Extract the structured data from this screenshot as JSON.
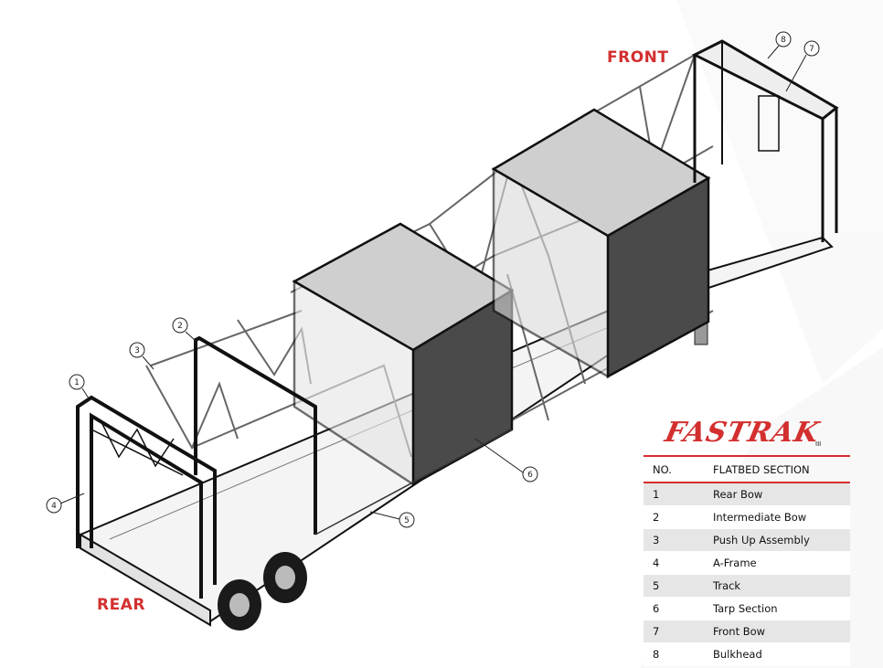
{
  "labels": {
    "front": "FRONT",
    "rear": "REAR"
  },
  "colors": {
    "accent": "#d32f2f",
    "tarp": "#4a4a4a",
    "tarp_top": "#c8c8c8",
    "frame": "#111111"
  },
  "logo": {
    "text": "FASTRAK",
    "suffix": "III"
  },
  "callouts": [
    "1",
    "2",
    "3",
    "4",
    "5",
    "6",
    "7",
    "8"
  ],
  "legend": {
    "header_no": "NO.",
    "header_section": "FLATBED SECTION",
    "rows": [
      {
        "no": "1",
        "name": "Rear Bow"
      },
      {
        "no": "2",
        "name": "Intermediate Bow"
      },
      {
        "no": "3",
        "name": "Push Up Assembly"
      },
      {
        "no": "4",
        "name": "A-Frame"
      },
      {
        "no": "5",
        "name": "Track"
      },
      {
        "no": "6",
        "name": "Tarp Section"
      },
      {
        "no": "7",
        "name": "Front Bow"
      },
      {
        "no": "8",
        "name": "Bulkhead"
      }
    ]
  }
}
